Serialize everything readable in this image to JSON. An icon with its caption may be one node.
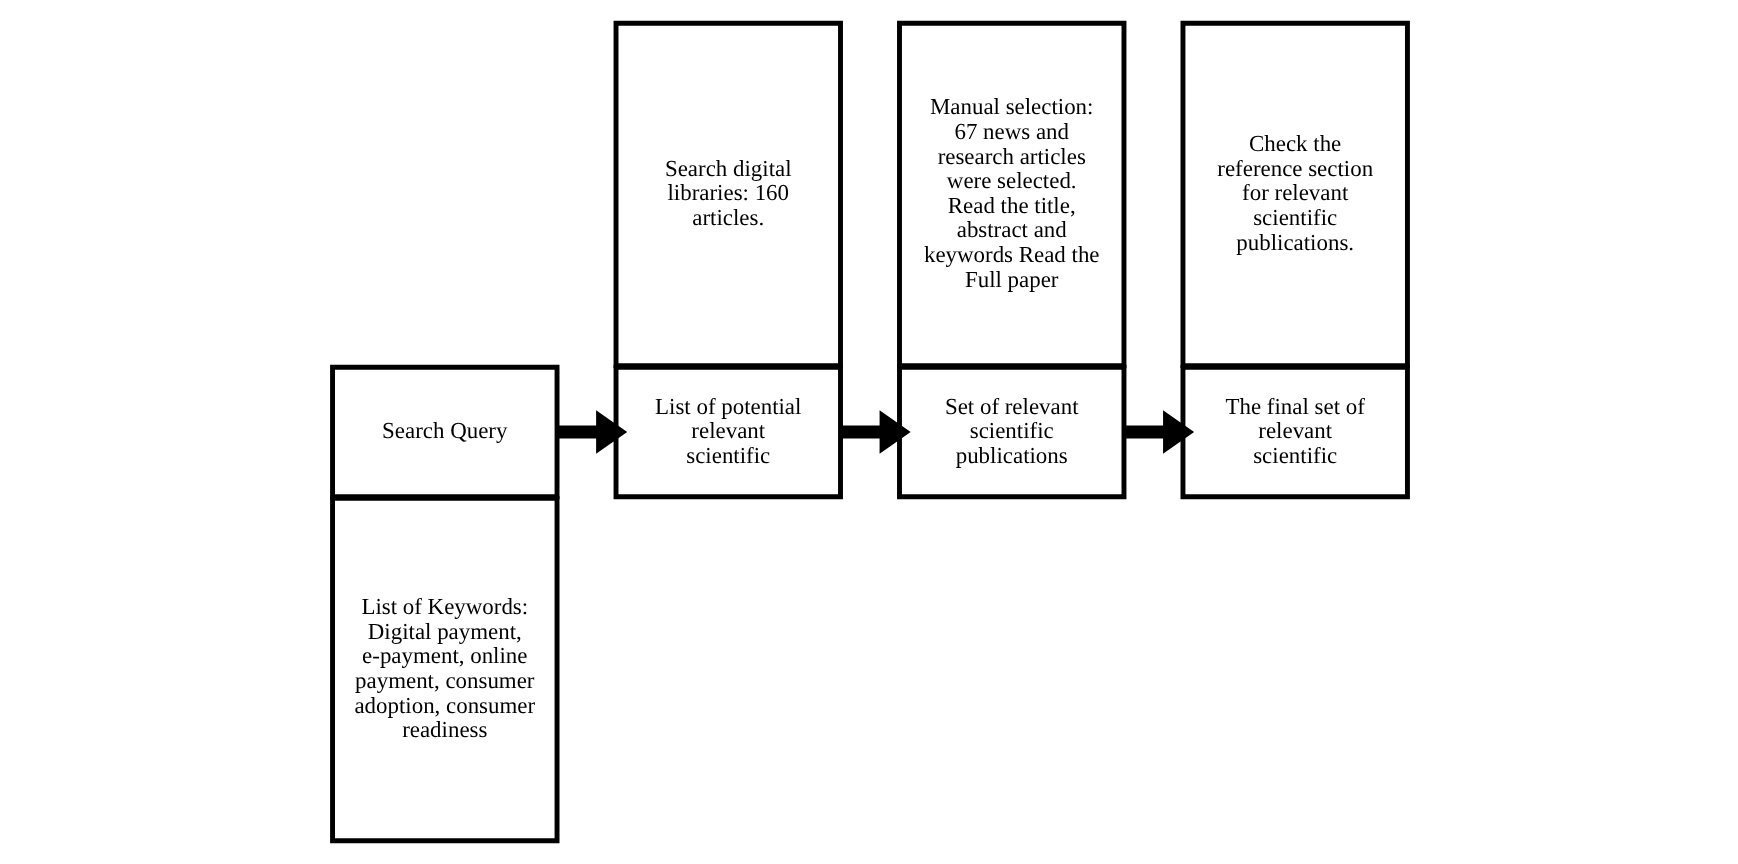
{
  "diagram": {
    "nodes": [
      {
        "text": [
          "List of Keywords: Digital payment, e-payment, online payment, consumer adoption, consumer readiness"
        ]
      },
      {
        "text": [
          "Search Query"
        ]
      },
      {
        "text": [
          "Search digital libraries: 160 articles."
        ]
      },
      {
        "text": [
          "List of potential relevant scientific"
        ]
      },
      {
        "text": [
          "Manual selection: 67 news and research articles were selected. Read the title, abstract and keywords Read the Full paper"
        ]
      },
      {
        "text": [
          "Set of relevant scientific publications"
        ]
      },
      {
        "text": [
          "Check the reference section for relevant scientific publications."
        ]
      },
      {
        "text": [
          "The final set of relevant scientific"
        ]
      }
    ],
    "edges": [
      {
        "from": 1,
        "to": 3,
        "arrow": "to"
      },
      {
        "from": 3,
        "to": 5,
        "arrow": "to"
      },
      {
        "from": 5,
        "to": 7,
        "arrow": "to"
      }
    ]
  }
}
